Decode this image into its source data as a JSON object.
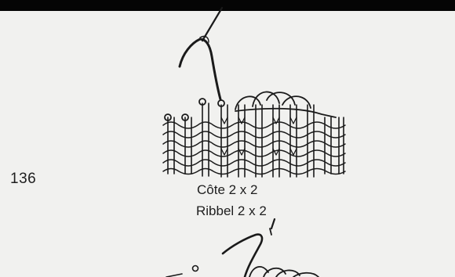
{
  "page": {
    "number": "136"
  },
  "figure": {
    "caption_fr": "Côte 2 x 2",
    "caption_nl": "Ribbel 2 x 2"
  },
  "colors": {
    "background": "#f1f1ef",
    "ink": "#1a1a1a",
    "top_border": "#050505"
  }
}
